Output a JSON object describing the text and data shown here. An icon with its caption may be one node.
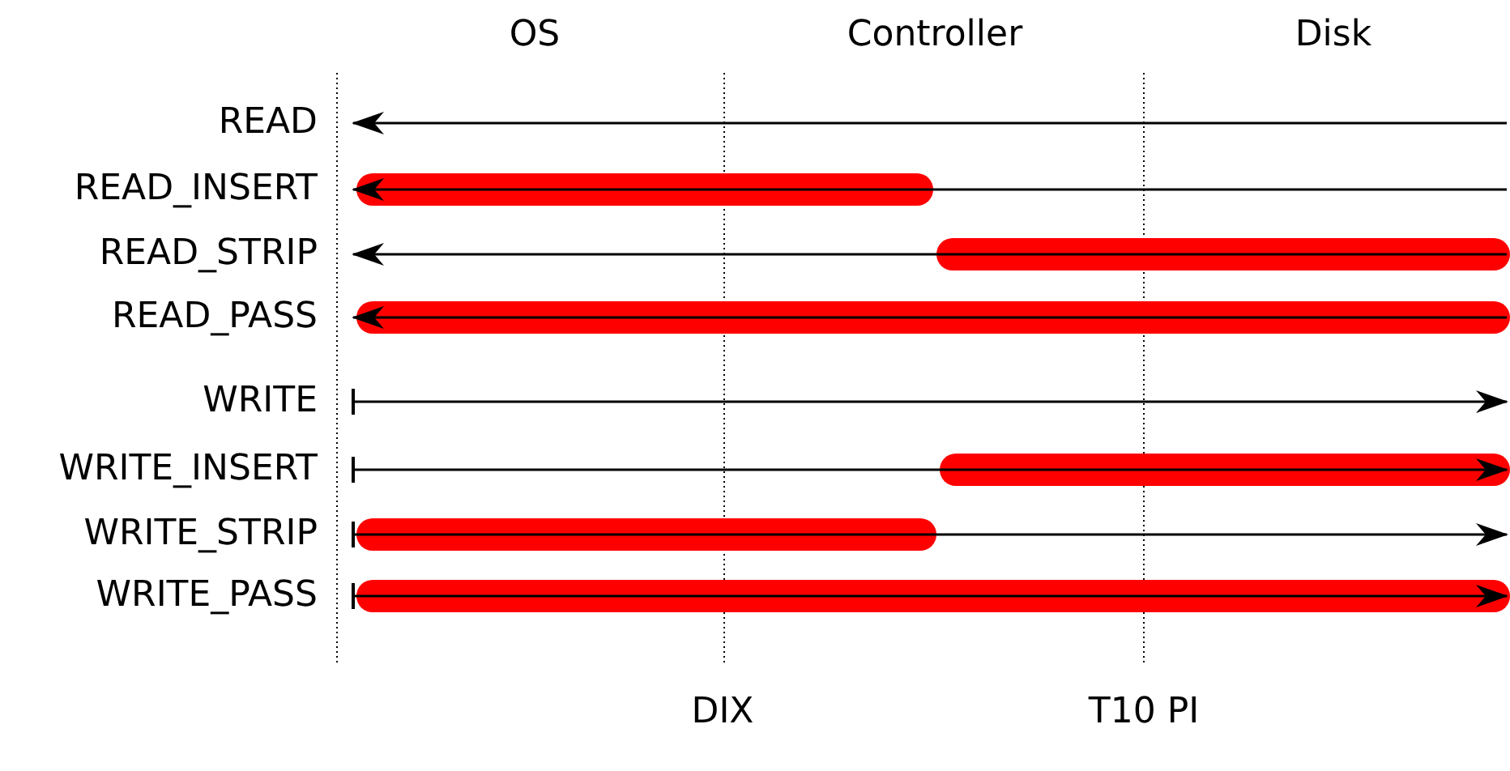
{
  "diagram": {
    "nodes": [
      {
        "text": [
          "READ"
        ]
      },
      {
        "text": [
          "READ_INSERT"
        ]
      },
      {
        "text": [
          "READ_STRIP"
        ]
      },
      {
        "text": [
          "READ_PASS"
        ]
      },
      {
        "text": [
          "WRITE"
        ]
      },
      {
        "text": [
          "WRITE_INSERT"
        ]
      },
      {
        "text": [
          "WRITE_STRIP"
        ]
      },
      {
        "text": [
          "WRITE_PASS"
        ]
      },
      {
        "text": [],
        "shape": "bar"
      },
      {
        "text": [],
        "shape": "bar"
      },
      {
        "text": [],
        "shape": "bar"
      },
      {
        "text": [],
        "shape": "bar"
      },
      {
        "text": [],
        "shape": "bar"
      },
      {
        "text": [],
        "shape": "bar"
      }
    ],
    "edges": [
      {
        "from": null,
        "to": 0,
        "arrow": "to"
      },
      {
        "from": null,
        "to": 1,
        "arrow": "to"
      },
      {
        "from": 9,
        "to": 2,
        "arrow": "to"
      },
      {
        "from": 10,
        "to": 3,
        "arrow": "to"
      },
      {
        "from": 4,
        "to": null,
        "arrow": "to"
      },
      {
        "from": 5,
        "to": 11,
        "arrow": "to"
      },
      {
        "from": 6,
        "to": null,
        "arrow": "to"
      },
      {
        "from": 7,
        "to": 13,
        "arrow": "to"
      }
    ],
    "labels": [
      "OS",
      "Controller",
      "Disk",
      "DIX",
      "T10 PI"
    ]
  }
}
